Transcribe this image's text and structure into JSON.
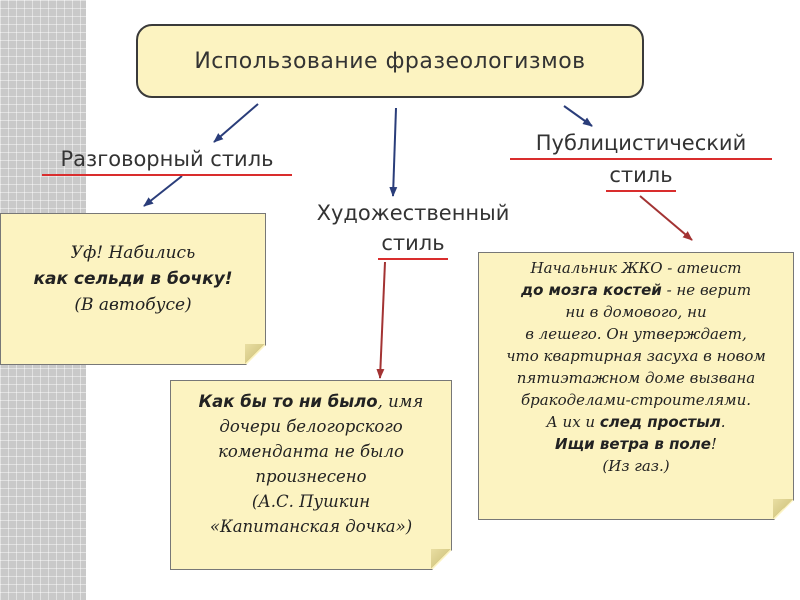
{
  "title": "Использование фразеологизмов",
  "styles": {
    "razgovorny": "Разговорный стиль",
    "hudozhestvenny": [
      "Художественный",
      "стиль"
    ],
    "publicistichesky": [
      "Публицистический",
      "стиль"
    ]
  },
  "notes": {
    "razg": {
      "line1": "Уф! Набились",
      "phrase": "как сельди в бочку!",
      "source": "(В автобусе)"
    },
    "hud": {
      "phrase": "Как бы то ни было",
      "rest": ", имя",
      "lines": [
        "дочери белогорского",
        "коменданта не было",
        "произнесено",
        "(А.С. Пушкин",
        "«Капитанская дочка»)"
      ]
    },
    "publ": {
      "line1": "Начальник ЖКО - атеист",
      "phrase1": "до мозга костей",
      "line2_rest": " - не верит",
      "line3": "ни в домового, ни",
      "line4": "в лешего. Он утверждает,",
      "line5": "что квартирная засуха в новом",
      "line6": "пятиэтажном доме вызвана",
      "line7": "бракоделами-строителями.",
      "line8_pre": "А их и ",
      "phrase2": "след простыл",
      "line8_post": ".",
      "phrase3": "Ищи ветра в поле",
      "line9_post": "!",
      "source": "(Из газ.)"
    }
  },
  "colors": {
    "note_fill": "#fcf3c1",
    "underline": "#d92d2d",
    "arrow_blue": "#2a3d7a",
    "arrow_red": "#a33333"
  }
}
